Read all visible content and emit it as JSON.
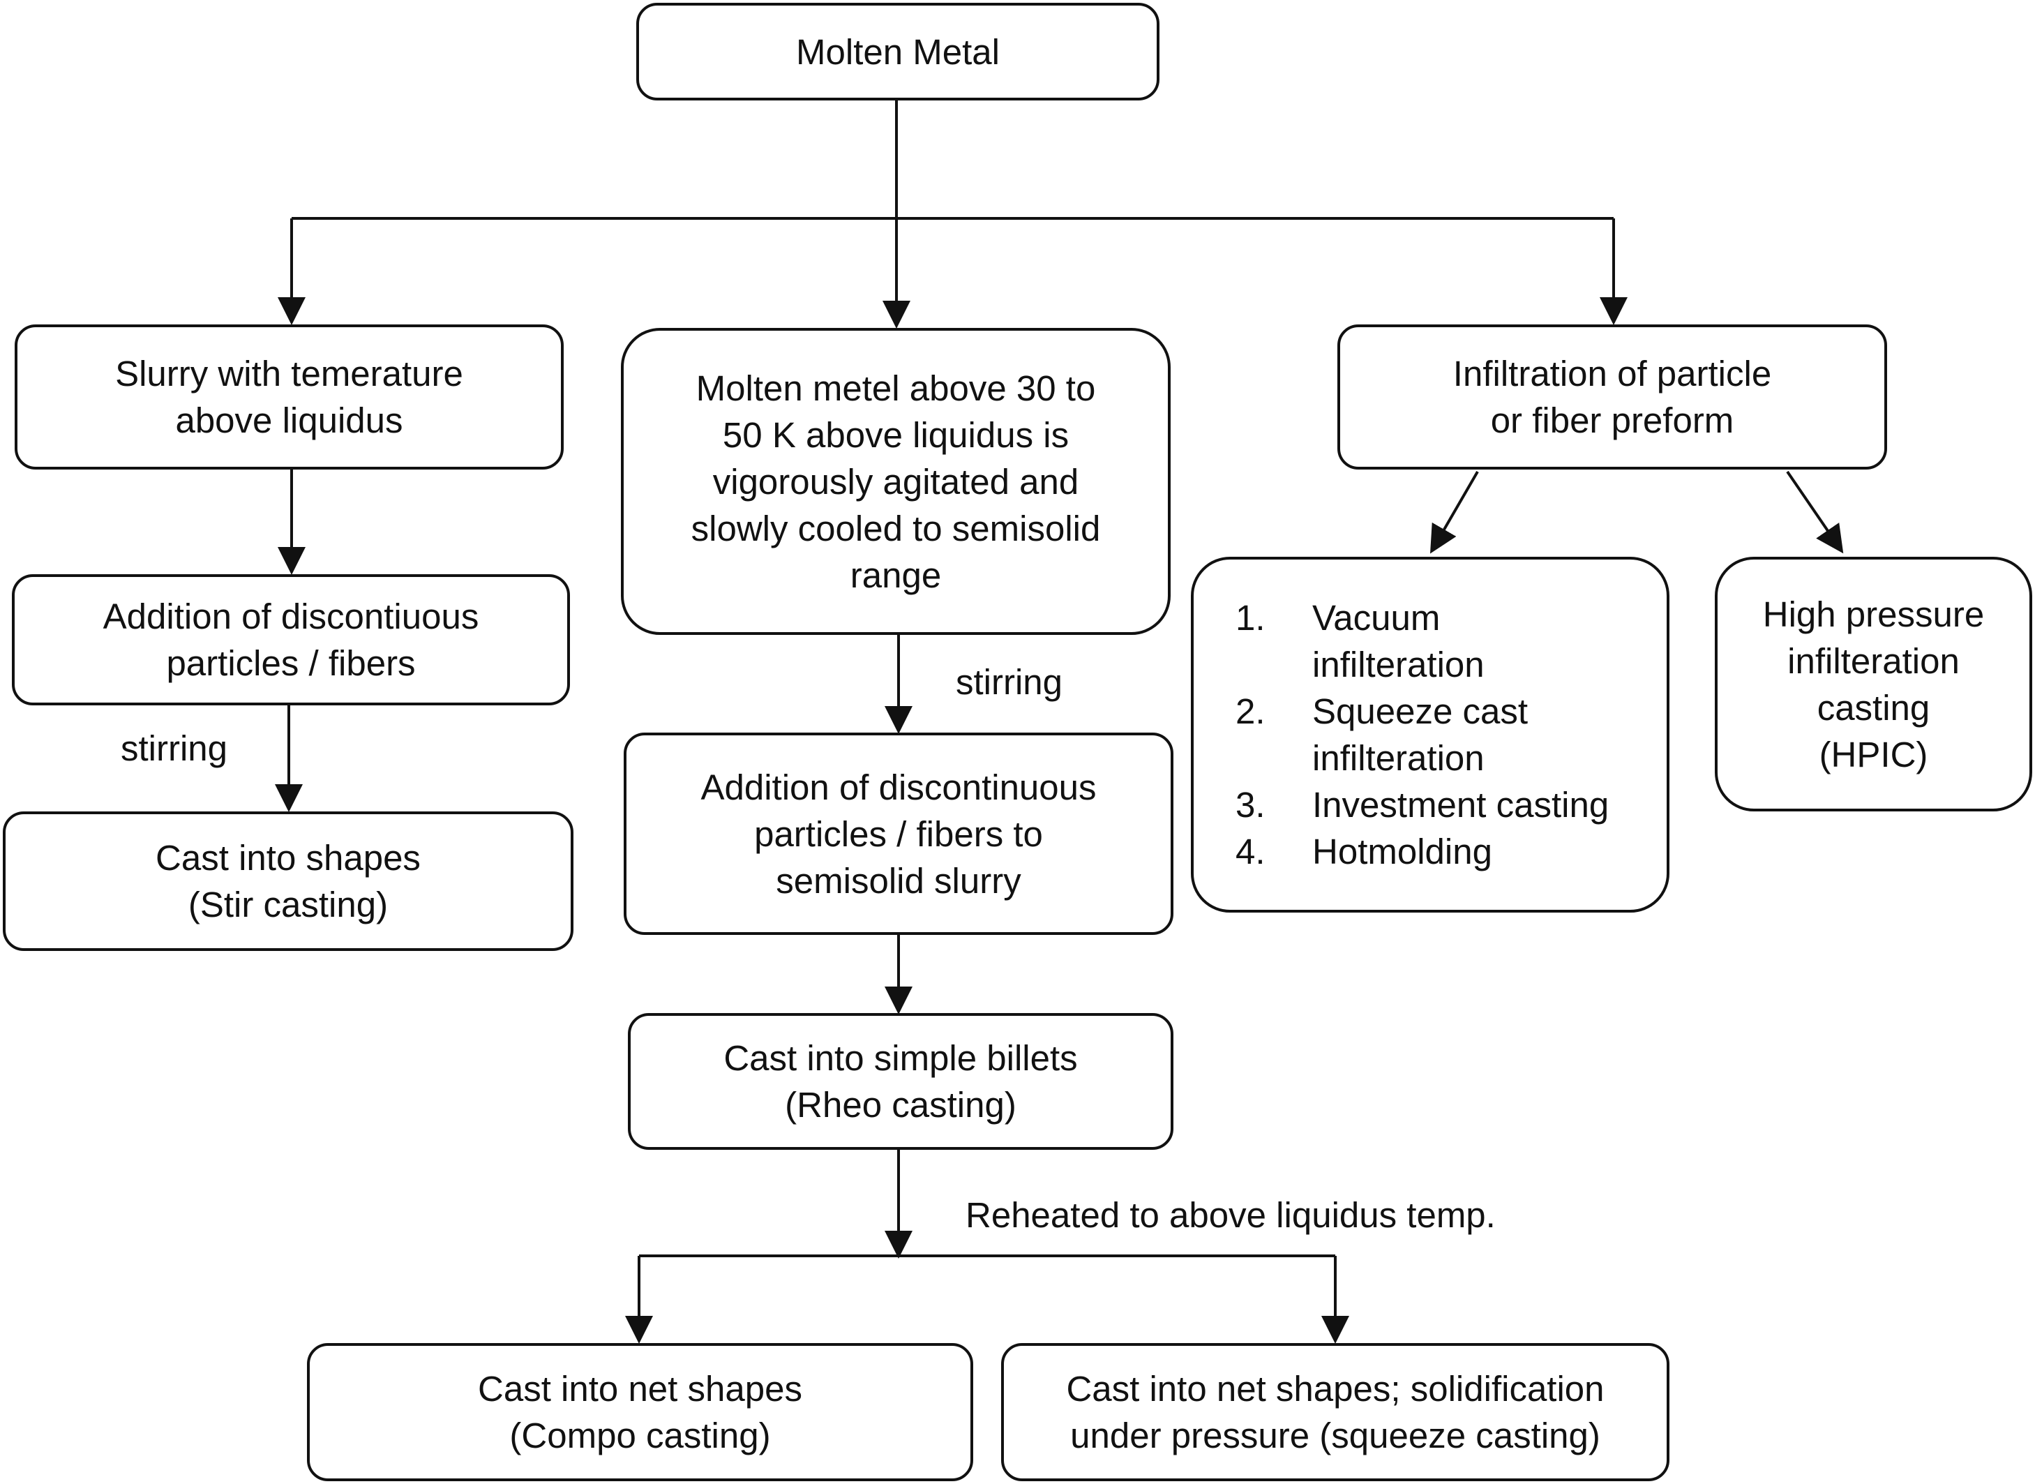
{
  "nodes": {
    "molten_metal": {
      "lines": [
        "Molten Metal"
      ]
    },
    "slurry": {
      "lines": [
        "Slurry with temerature",
        "above liquidus"
      ]
    },
    "agitated": {
      "lines": [
        "Molten metel above 30 to",
        "50  K above liquidus is",
        "vigorously agitated and",
        "slowly cooled to semisolid",
        "range"
      ]
    },
    "infiltration": {
      "lines": [
        "Infiltration of particle",
        "or fiber preform"
      ]
    },
    "addition_left": {
      "lines": [
        "Addition of discontiuous",
        "particles / fibers"
      ]
    },
    "stir_casting": {
      "lines": [
        "Cast into shapes",
        "(Stir casting)"
      ]
    },
    "addition_mid": {
      "lines": [
        "Addition of discontinuous",
        "particles / fibers to",
        "semisolid slurry"
      ]
    },
    "rheo": {
      "lines": [
        "Cast into simple billets",
        "(Rheo casting)"
      ]
    },
    "compo": {
      "lines": [
        "Cast into net shapes",
        "(Compo casting)"
      ]
    },
    "squeeze": {
      "lines": [
        "Cast into net shapes; solidification",
        "under pressure (squeeze casting)"
      ]
    },
    "hpic": {
      "lines": [
        "High pressure",
        "infilteration",
        "casting",
        "(HPIC)"
      ]
    },
    "infil_list": {
      "items": [
        {
          "num": "1.",
          "lines": [
            "Vacuum",
            "infilteration"
          ]
        },
        {
          "num": "2.",
          "lines": [
            "Squeeze cast",
            "infilteration"
          ]
        },
        {
          "num": "3.",
          "lines": [
            "Investment casting"
          ]
        },
        {
          "num": "4.",
          "lines": [
            "Hotmolding"
          ]
        }
      ]
    }
  },
  "labels": {
    "stirring_left": "stirring",
    "stirring_mid": "stirring",
    "reheated": "Reheated to above liquidus temp."
  },
  "colors": {
    "stroke": "#111111",
    "background": "#ffffff"
  }
}
